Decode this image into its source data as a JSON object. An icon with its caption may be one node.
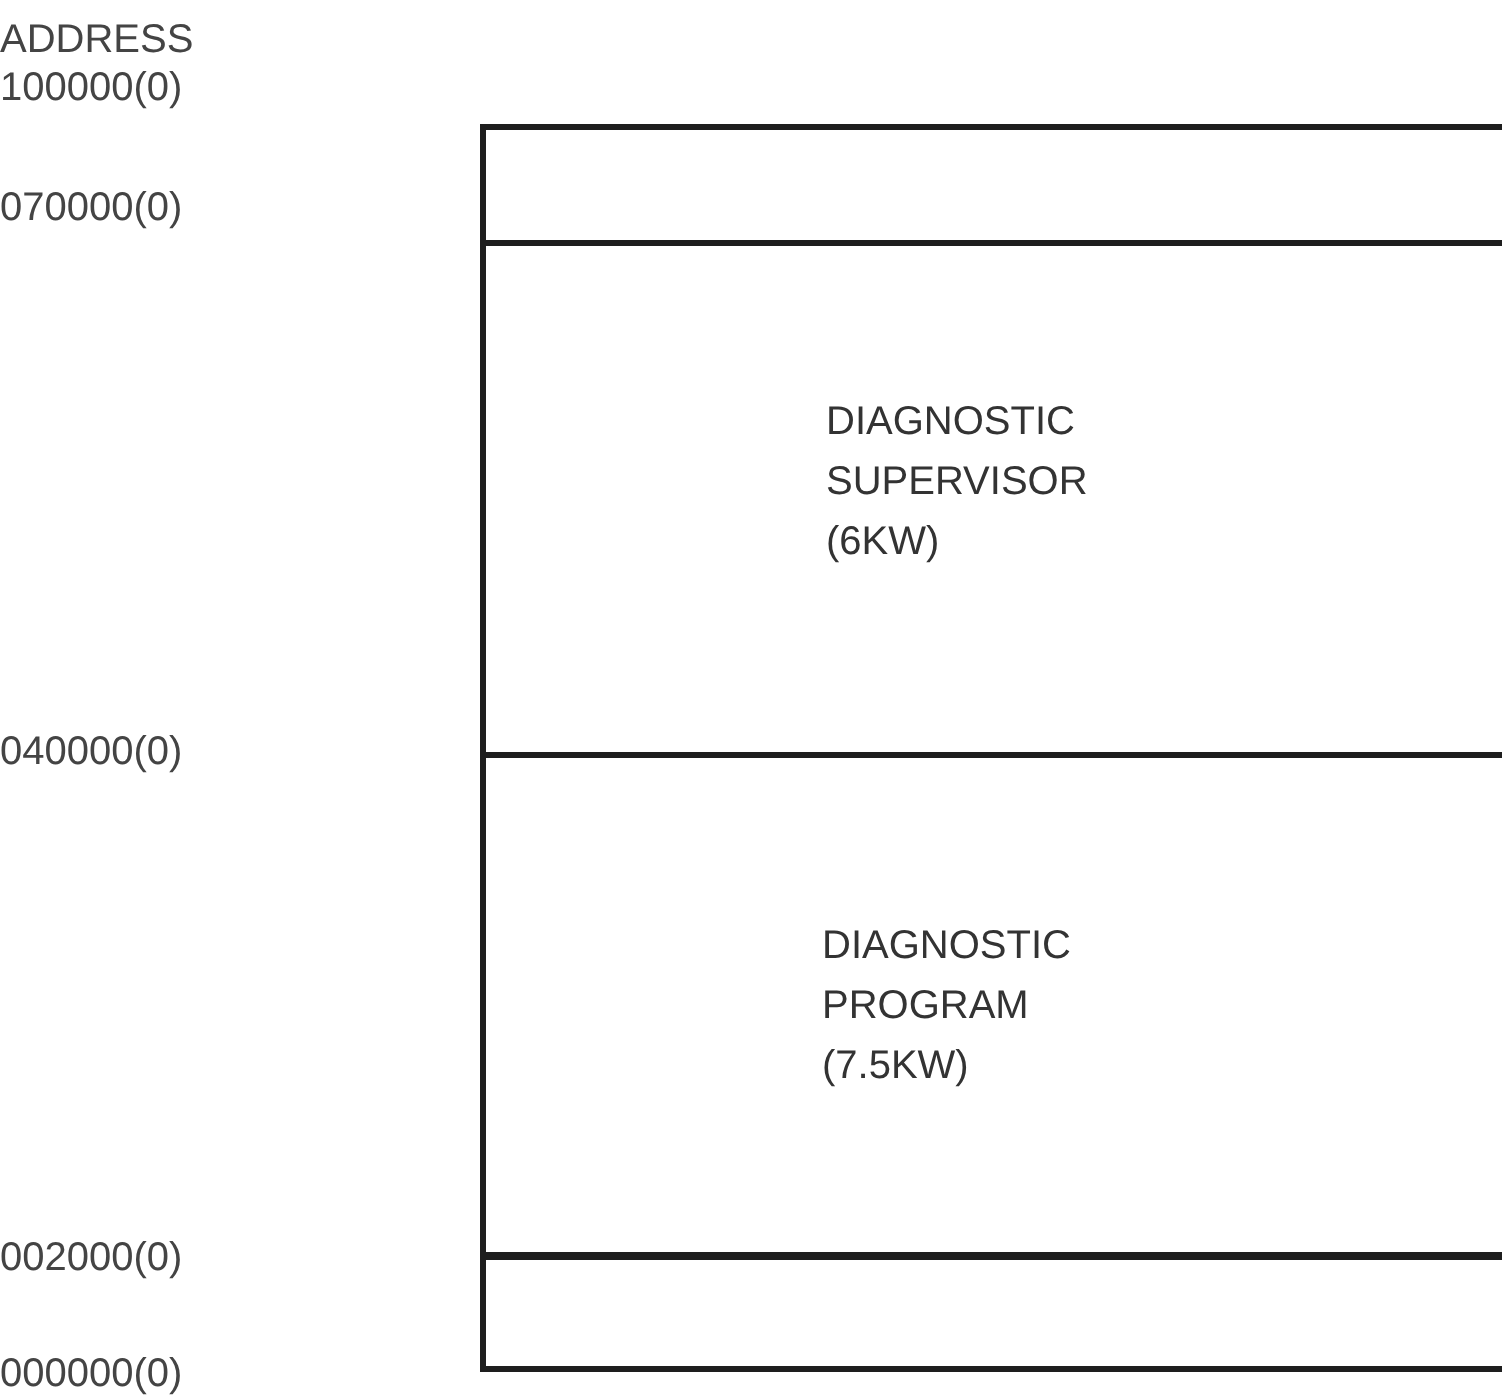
{
  "diagram": {
    "nodes": [
      {
        "text": [],
        "shape": "box"
      },
      {
        "text": [
          "DIAGNOSTIC SUPERVISOR (6KW)"
        ]
      },
      {
        "text": [
          "DIAGNOSTIC PROGRAM (7.5KW)"
        ]
      },
      {
        "text": [],
        "shape": "box"
      }
    ],
    "labels": [
      "ADDRESS",
      "100000(0)",
      "070000(0)",
      "040000(0)",
      "002000(0)",
      "000000(0)"
    ]
  }
}
